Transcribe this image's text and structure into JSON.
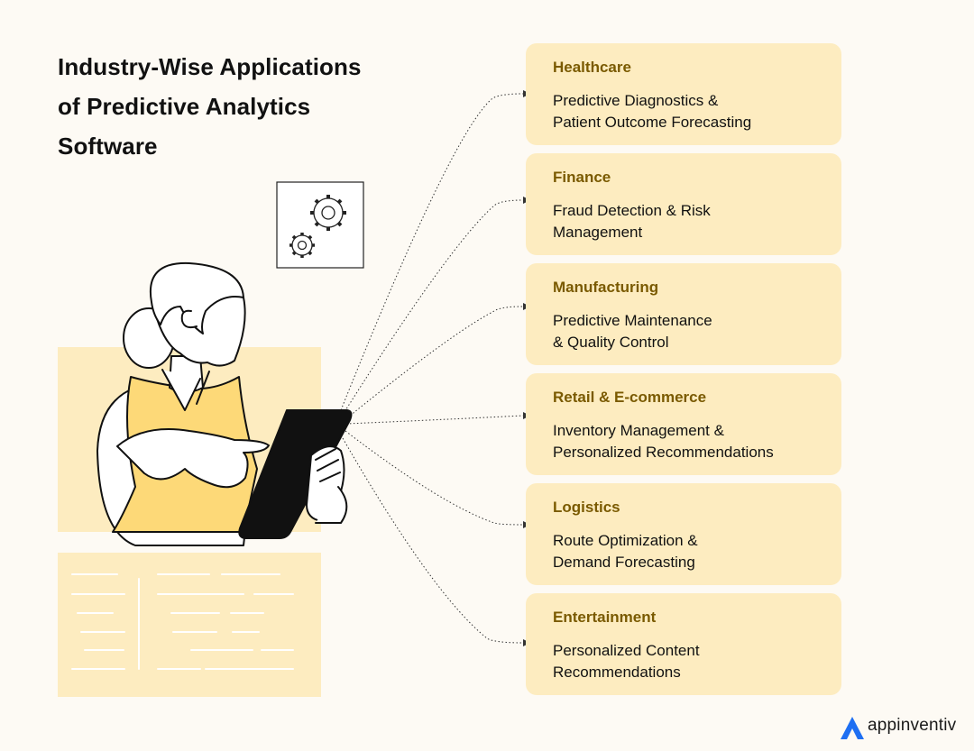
{
  "title": "Industry-Wise Applications\nof Predictive Analytics\nSoftware",
  "industries": [
    {
      "name": "Healthcare",
      "application": "Predictive Diagnostics &\nPatient Outcome Forecasting"
    },
    {
      "name": "Finance",
      "application": "Fraud Detection & Risk\nManagement"
    },
    {
      "name": "Manufacturing",
      "application": "Predictive Maintenance\n& Quality Control"
    },
    {
      "name": "Retail & E-commerce",
      "application": "Inventory Management &\nPersonalized Recommendations"
    },
    {
      "name": "Logistics",
      "application": "Route Optimization &\nDemand Forecasting"
    },
    {
      "name": "Entertainment",
      "application": "Personalized Content\nRecommendations"
    }
  ],
  "brand": {
    "name": "appinventiv"
  },
  "colors": {
    "background": "#fdfaf4",
    "card": "#fdecc0",
    "industry_label": "#7a5a00",
    "accent_yellow": "#fdd978",
    "brand_blue": "#1e6ff2"
  },
  "icons": [
    "gears-icon",
    "tablet-icon",
    "brand-logo-icon"
  ]
}
